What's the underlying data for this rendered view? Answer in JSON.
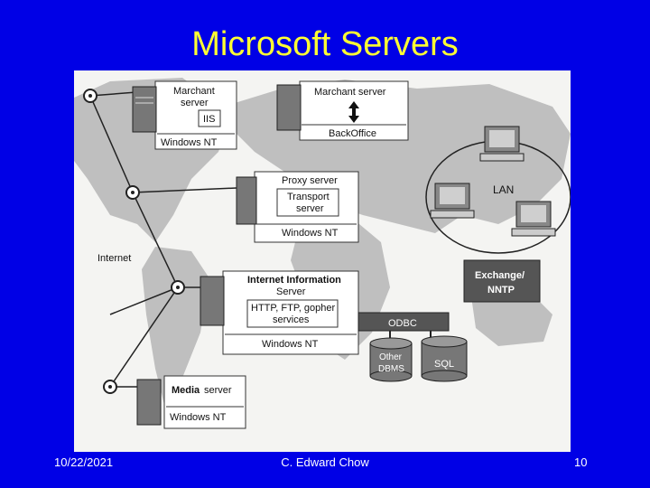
{
  "slide": {
    "title": "Microsoft Servers",
    "footer_date": "10/22/2021",
    "footer_author": "C. Edward Chow",
    "footer_page": "10"
  },
  "diagram": {
    "merchant_server_1": {
      "title_line1": "Marchant",
      "title_line2": "server",
      "component": "IIS",
      "os": "Windows NT"
    },
    "merchant_server_2": {
      "title": "Marchant server",
      "component": "BackOffice"
    },
    "proxy": {
      "title": "Proxy server",
      "component_line1": "Transport",
      "component_line2": "server",
      "os": "Windows NT"
    },
    "lan_label": "LAN",
    "internet_label": "Internet",
    "iis": {
      "title_line1": "Internet Information",
      "title_line2": "Server",
      "services_line1": "HTTP, FTP, gopher",
      "services_line2": "services",
      "os": "Windows NT"
    },
    "exchange": {
      "line1": "Exchange/",
      "line2": "NNTP"
    },
    "odbc_label": "ODBC",
    "other_dbms": {
      "line1": "Other",
      "line2": "DBMS"
    },
    "sql_label": "SQL",
    "media": {
      "title_line1": "Media",
      "title_line2": "server",
      "os": "Windows NT"
    }
  },
  "colors": {
    "slide_bg": "#0000e6",
    "title": "#ffff33",
    "footer_text": "#ffffff",
    "figure_bg": "#f4f4f2",
    "map_land": "#bcbcbc",
    "dark_box": "#555555"
  }
}
